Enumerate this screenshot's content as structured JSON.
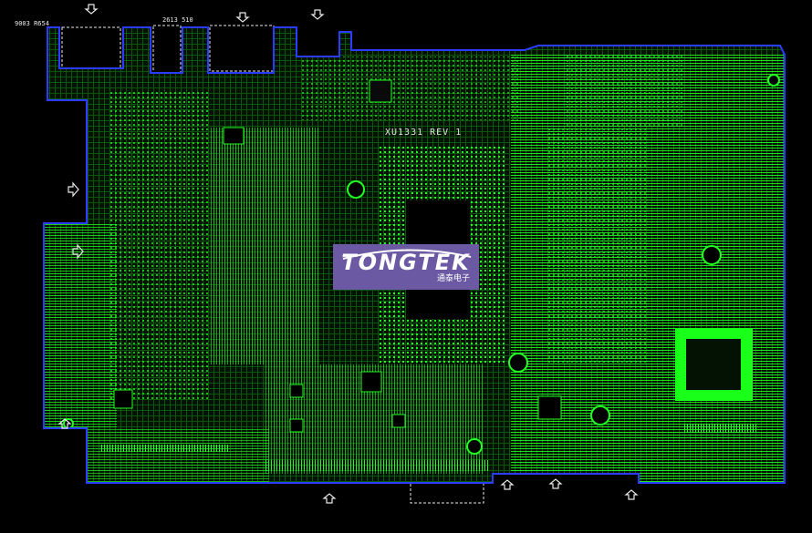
{
  "labels": {
    "left_corner": "9003 R654",
    "mid_top": "2613 510",
    "revision": "XU1331 REV 1"
  },
  "logo": {
    "word": "TONGTEK",
    "subtitle": "通泰电子"
  },
  "colors": {
    "background": "#000000",
    "trace": "#22ff22",
    "outline": "#2a3cff",
    "silk": "#d8d8d8",
    "logo_bg": "#6b5aa3"
  }
}
